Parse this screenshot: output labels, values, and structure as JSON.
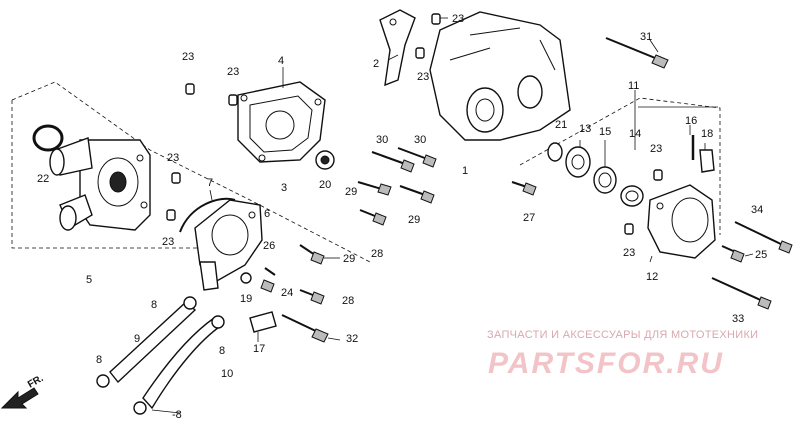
{
  "callouts": [
    "1",
    "2",
    "3",
    "4",
    "5",
    "6",
    "7",
    "8",
    "9",
    "10",
    "11",
    "12",
    "13",
    "14",
    "15",
    "16",
    "17",
    "18",
    "19",
    "20",
    "21",
    "22",
    "23",
    "24",
    "25",
    "26",
    "27",
    "28",
    "29",
    "30",
    "31",
    "32",
    "33",
    "34"
  ],
  "callout_8_dash": "-8",
  "direction": "FR.",
  "watermark": {
    "tagline": "ЗАПЧАСТИ И АКСЕССУАРЫ ДЛЯ МОТОТЕХНИКИ",
    "logo": "PARTSFOR.RU"
  },
  "colors": {
    "line": "#111111",
    "watermark": "#f2c4c8"
  }
}
